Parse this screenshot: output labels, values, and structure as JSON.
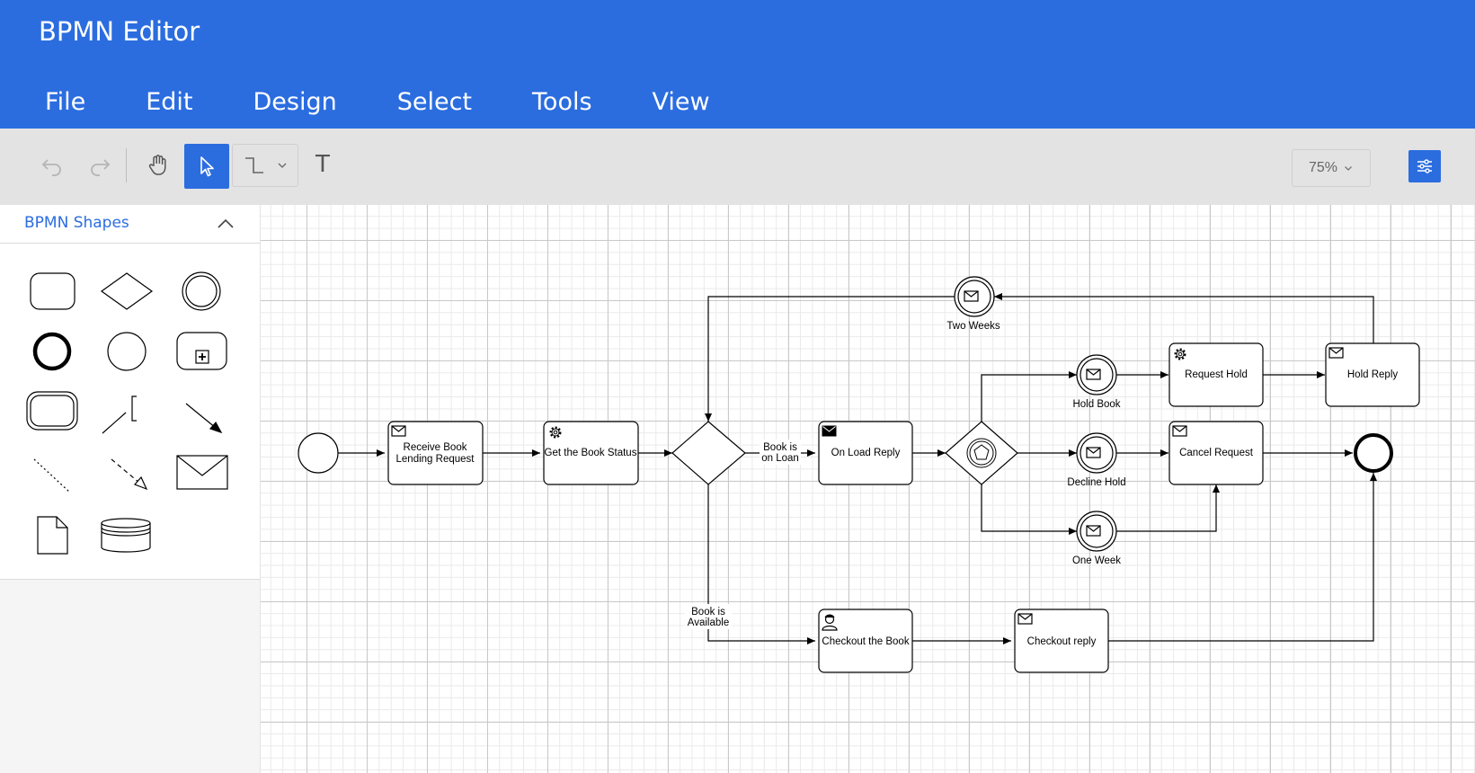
{
  "app": {
    "title": "BPMN Editor"
  },
  "menu": {
    "items": [
      "File",
      "Edit",
      "Design",
      "Select",
      "Tools",
      "View"
    ]
  },
  "toolbar": {
    "zoom": "75%",
    "text_tool": "T"
  },
  "palette": {
    "title": "BPMN Shapes"
  },
  "diagram": {
    "labels": {
      "receive_1": "Receive Book",
      "receive_2": "Lending Request",
      "get_status": "Get the Book Status",
      "on_load_reply": "On Load Reply",
      "request_hold": "Request Hold",
      "hold_reply": "Hold Reply",
      "cancel_request": "Cancel Request",
      "checkout_book": "Checkout the Book",
      "checkout_reply": "Checkout reply",
      "two_weeks": "Two Weeks",
      "hold_book": "Hold Book",
      "decline_hold": "Decline Hold",
      "one_week": "One Week",
      "loan_1": "Book is",
      "loan_2": "on Loan",
      "avail_1": "Book is",
      "avail_2": "Available"
    }
  }
}
